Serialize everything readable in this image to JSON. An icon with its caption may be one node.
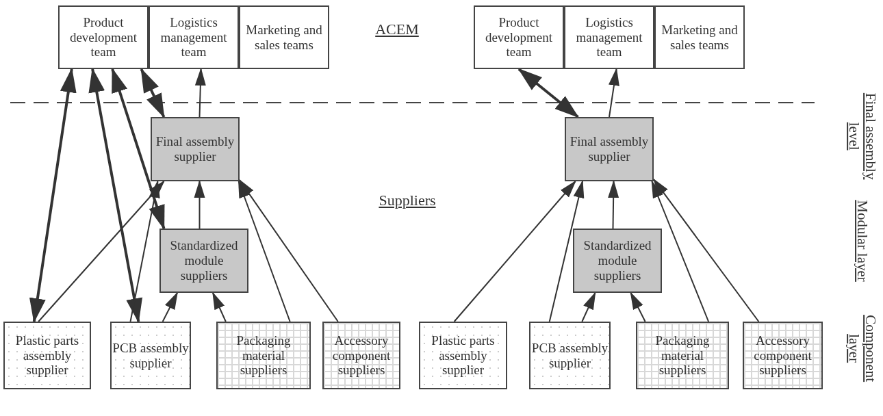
{
  "diagram": {
    "nodes": [
      {
        "text": [
          "Product development team"
        ]
      },
      {
        "text": [
          "Logistics management team"
        ]
      },
      {
        "text": [
          "Marketing and sales teams"
        ]
      },
      {
        "text": [
          "Final assembly supplier"
        ]
      },
      {
        "text": [
          "Standardized module suppliers"
        ]
      },
      {
        "text": [
          "Plastic parts assembly supplier"
        ]
      },
      {
        "text": [
          "PCB assembly supplier"
        ]
      },
      {
        "text": [
          "Packaging material suppliers"
        ]
      },
      {
        "text": [
          "Accessory component suppliers"
        ]
      },
      {
        "text": [
          "Product development team"
        ]
      },
      {
        "text": [
          "Logistics management team"
        ]
      },
      {
        "text": [
          "Marketing and sales teams"
        ]
      },
      {
        "text": [
          "Final assembly supplier"
        ]
      },
      {
        "text": [
          "Standardized module suppliers"
        ]
      },
      {
        "text": [
          "Plastic parts assembly supplier"
        ]
      },
      {
        "text": [
          "PCB assembly supplier"
        ]
      },
      {
        "text": [
          "Packaging material suppliers"
        ]
      },
      {
        "text": [
          "Accessory component suppliers"
        ]
      }
    ],
    "edges": [
      {
        "from": 0,
        "to": 5,
        "arrow": "both",
        "style": "thick"
      },
      {
        "from": 0,
        "to": 6,
        "arrow": "both",
        "style": "thick"
      },
      {
        "from": 0,
        "to": 4,
        "arrow": "both",
        "style": "thick"
      },
      {
        "from": 0,
        "to": 3,
        "arrow": "both",
        "style": "thick"
      },
      {
        "from": 3,
        "to": 1,
        "arrow": "to"
      },
      {
        "from": 4,
        "to": 3,
        "arrow": "to"
      },
      {
        "from": 5,
        "to": 3,
        "arrow": "to"
      },
      {
        "from": 6,
        "to": 3,
        "arrow": "to"
      },
      {
        "from": 6,
        "to": 4,
        "arrow": "to"
      },
      {
        "from": 7,
        "to": 4,
        "arrow": "to"
      },
      {
        "from": 7,
        "to": 3,
        "arrow": "to"
      },
      {
        "from": 8,
        "to": 3,
        "arrow": "to"
      },
      {
        "from": 9,
        "to": 12,
        "arrow": "both",
        "style": "thick"
      },
      {
        "from": 12,
        "to": 10,
        "arrow": "to"
      },
      {
        "from": 13,
        "to": 12,
        "arrow": "to"
      },
      {
        "from": 14,
        "to": 12,
        "arrow": "to"
      },
      {
        "from": 15,
        "to": 12,
        "arrow": "to"
      },
      {
        "from": 15,
        "to": 13,
        "arrow": "to"
      },
      {
        "from": 16,
        "to": 13,
        "arrow": "to"
      },
      {
        "from": 16,
        "to": 12,
        "arrow": "to"
      },
      {
        "from": 17,
        "to": 12,
        "arrow": "to"
      }
    ],
    "labels": [
      "ACEM",
      "Suppliers",
      "Final assembly level",
      "Modular layer",
      "Component layer"
    ]
  }
}
